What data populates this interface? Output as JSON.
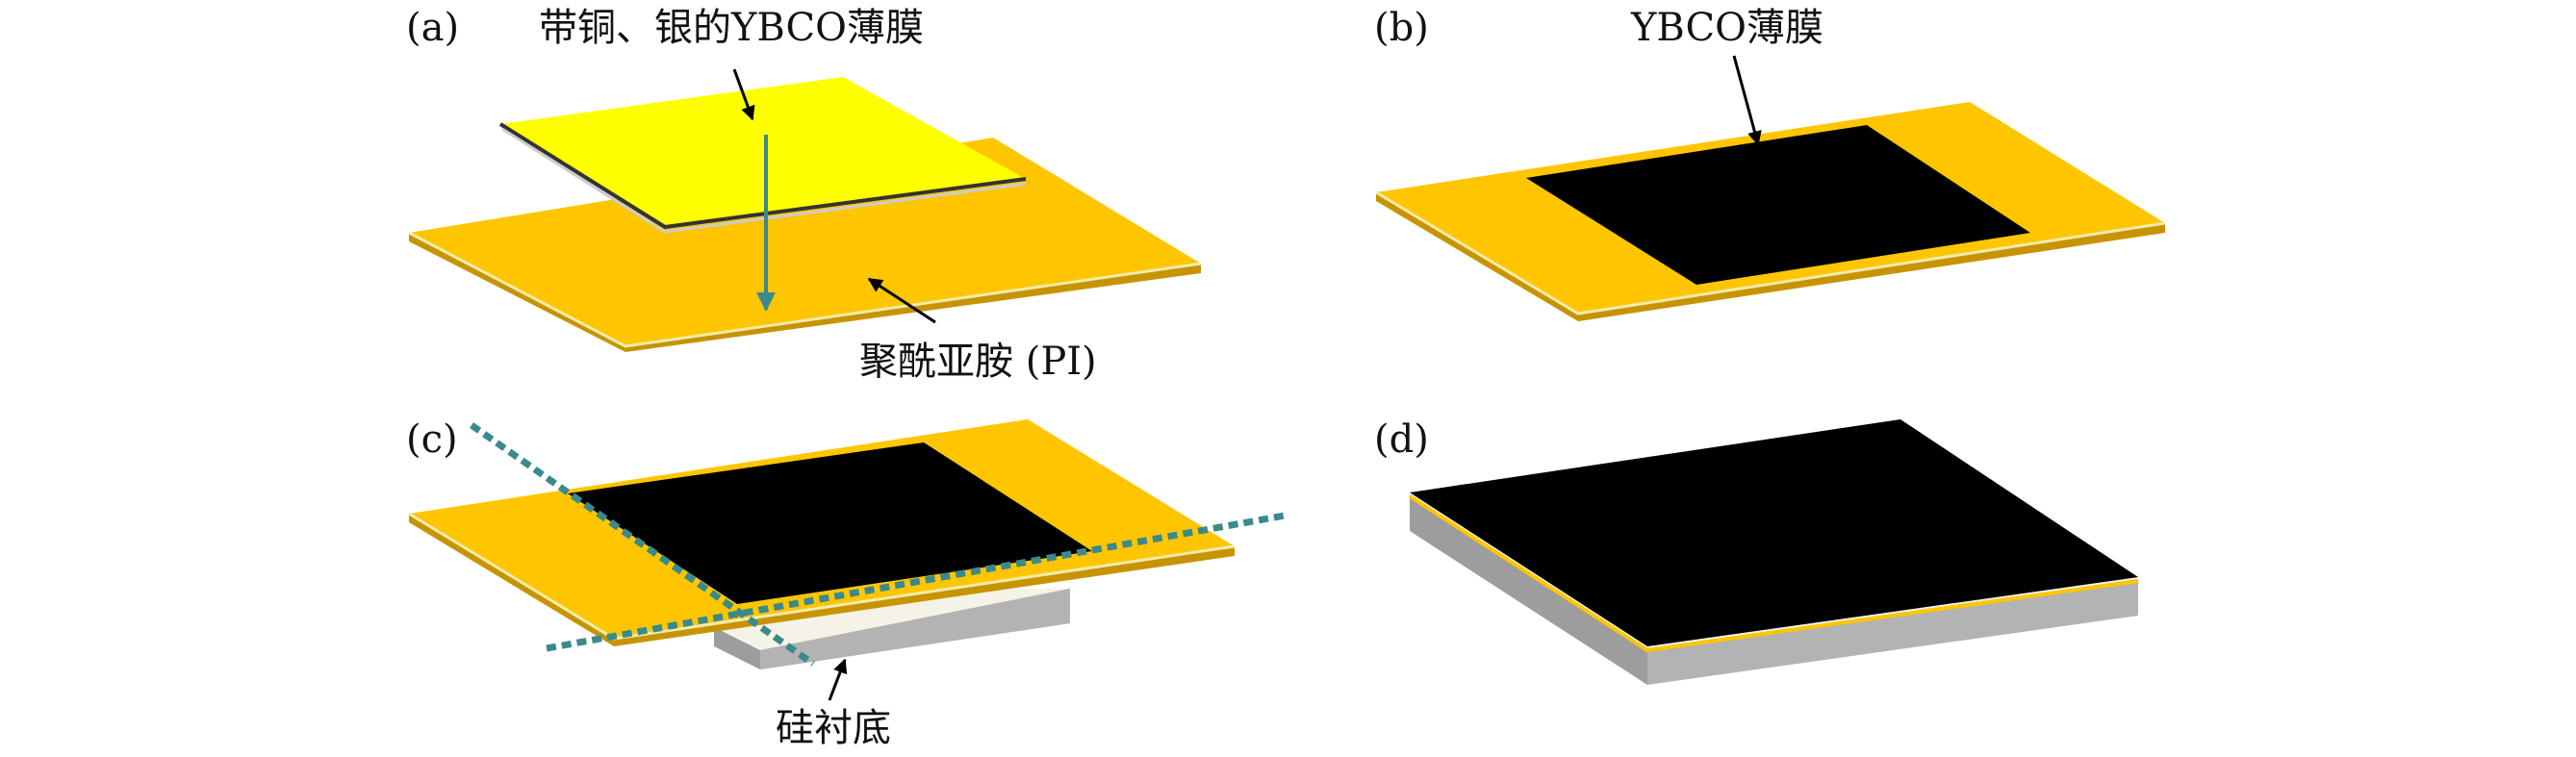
{
  "panels": {
    "a": {
      "label": "(a)",
      "top_callout": "带铜、银的YBCO薄膜",
      "bottom_callout": "聚酰亚胺 (PI)"
    },
    "b": {
      "label": "(b)",
      "top_callout": "YBCO薄膜"
    },
    "c": {
      "label": "(c)",
      "bottom_callout": "硅衬底"
    },
    "d": {
      "label": "(d)"
    }
  },
  "colors": {
    "polyimide": "#ffc600",
    "polyimide_edge": "#f2ecb0",
    "film_yellow": "#ffff00",
    "ybco": "#000000",
    "silicon_top": "#f5f3e8",
    "silicon_side": "#b3b3b3",
    "arrow": "#000000",
    "teal": "#3a8a8d"
  },
  "icons": [
    "down-arrow-icon",
    "callout-arrow-icon",
    "cut-line-icon"
  ]
}
